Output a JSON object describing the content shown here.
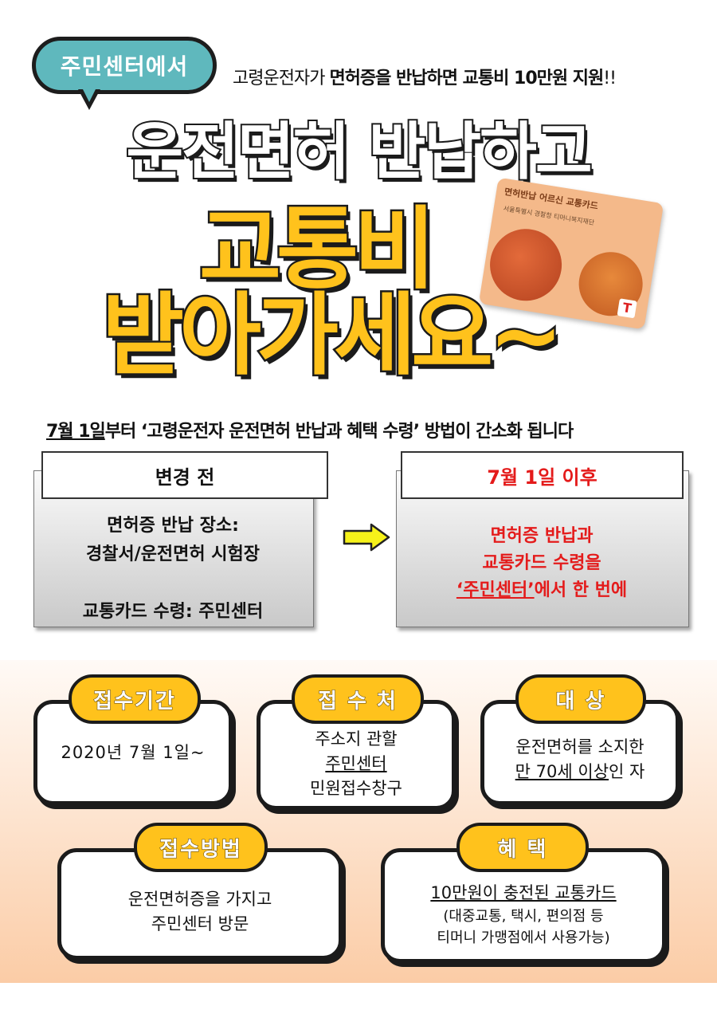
{
  "header": {
    "bubble": "주민센터에서",
    "subhead_prefix": "고령운전자가 ",
    "subhead_bold": "면허증을 반납하면 교통비 10만원 지원",
    "subhead_suffix": "!!",
    "title_line1": "운전면허 반납하고",
    "title_line2": "교통비",
    "title_line3": "받아가세요~"
  },
  "card": {
    "head": "면허반납 어르신 교통카드",
    "logos": "서울특별시   경찰청   티머니복지재단",
    "t_logo": "T"
  },
  "change": {
    "notice_date": "7월 1일",
    "notice_rest": "부터 ‘고령운전자 운전면허 반납과 혜택 수령’ 방법이 간소화 됩니다",
    "before": {
      "title": "변경 전",
      "line1": "면허증 반납 장소:",
      "line2": "경찰서/운전면허 시험장",
      "line3": "교통카드 수령: 주민센터"
    },
    "after": {
      "title": "7월 1일 이후",
      "line1": "면허증 반납과",
      "line2": "교통카드 수령을",
      "line3_ul": "‘주민센터’",
      "line3_rest": "에서 한 번에"
    }
  },
  "info": {
    "period": {
      "label": "접수기간",
      "value": "2020년 7월 1일~"
    },
    "place": {
      "label": "접 수 처",
      "line1": "주소지 관할",
      "line2": "주민센터",
      "line3": "민원접수창구"
    },
    "target": {
      "label": "대 상",
      "line1": "운전면허를 소지한",
      "line2_ul": "만 70세 이상",
      "line2_rest": "인 자"
    },
    "method": {
      "label": "접수방법",
      "line1": "운전면허증을 가지고",
      "line2": "주민센터 방문"
    },
    "benefit": {
      "label": "혜 택",
      "line1": "10만원이 충전된 교통카드",
      "line2": "(대중교통, 택시, 편의점 등",
      "line3": "티머니 가맹점에서 사용가능)"
    }
  },
  "colors": {
    "bubble": "#5fb8bd",
    "title_yellow": "#ffc21c",
    "red": "#e41b1b",
    "peach": "#fbcca6"
  }
}
